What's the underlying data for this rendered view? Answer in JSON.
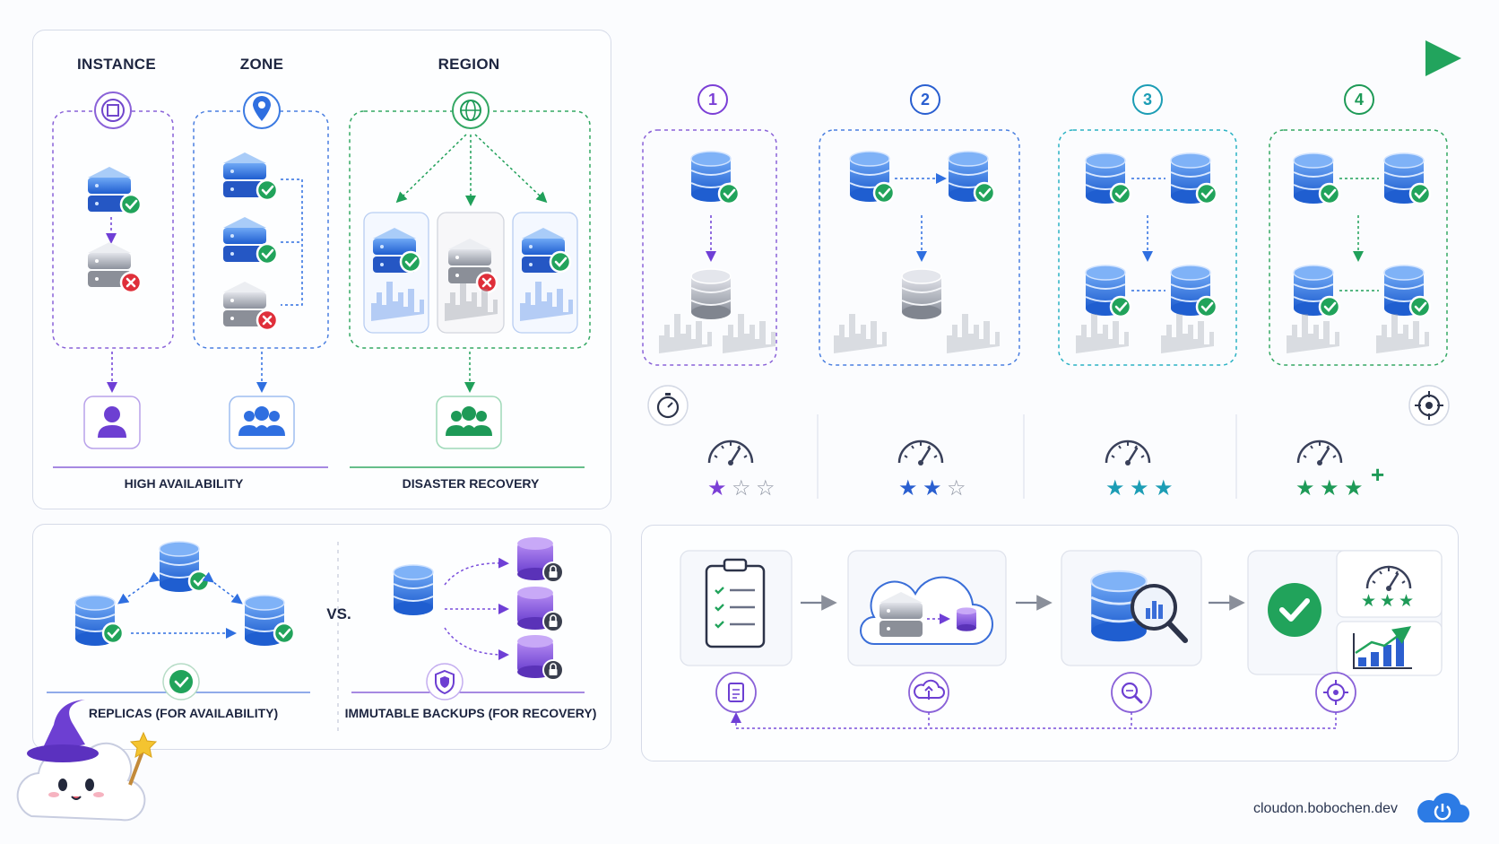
{
  "scopes": {
    "instance": "INSTANCE",
    "zone": "ZONE",
    "region": "REGION"
  },
  "captions": {
    "high_availability": "HIGH AVAILABILITY",
    "disaster_recovery": "DISASTER RECOVERY",
    "replicas": "REPLICAS (FOR AVAILABILITY)",
    "immutable_backups": "IMMUTABLE BACKUPS (FOR RECOVERY)",
    "versus": "VS."
  },
  "steps": [
    {
      "number": "1",
      "color": "#7b3fd6",
      "stars": 1
    },
    {
      "number": "2",
      "color": "#2a5fd0",
      "stars": 2
    },
    {
      "number": "3",
      "color": "#1c9db5",
      "stars": 3
    },
    {
      "number": "4",
      "color": "#1e9a57",
      "stars": 3,
      "extra": "+"
    }
  ],
  "workflow_icons": [
    "clipboard-checklist-icon",
    "cloud-upload-icon",
    "magnifier-chart-icon",
    "target-icon"
  ],
  "footer": {
    "site": "cloudon.bobochen.dev"
  },
  "colors": {
    "purple": "#6f3fd6",
    "blue": "#2f6fe0",
    "teal": "#16a3b8",
    "green": "#20a05a",
    "red": "#e0323a",
    "panel_border": "#d6dbe8"
  }
}
